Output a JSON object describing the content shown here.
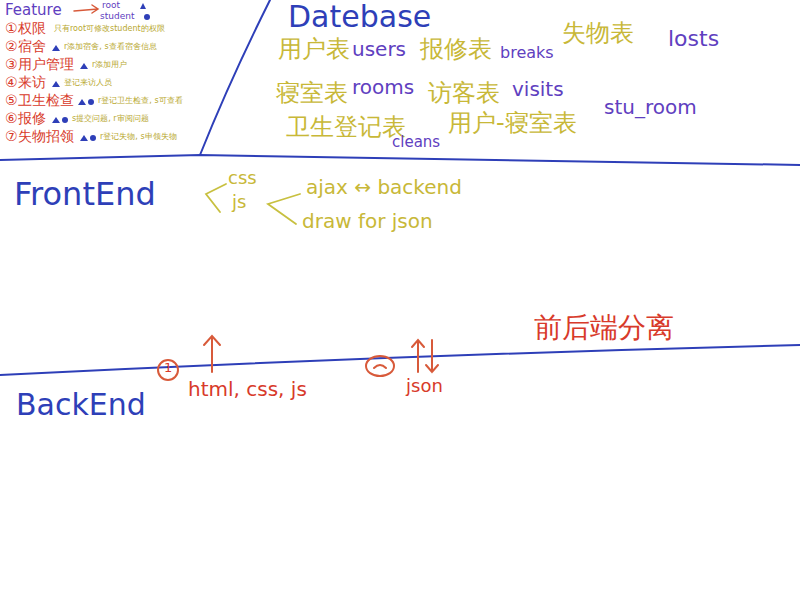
{
  "diagram": {
    "labels": [
      "Feature",
      "root",
      "student",
      "①权限",
      "只有root可修改student的权限",
      "②宿舍",
      "r添加宿舍, s查看宿舍信息",
      "③用户管理",
      "r添加用户",
      "④来访",
      "登记来访人员",
      "⑤卫生检查",
      "r登记卫生检查, s可查看",
      "⑥报修",
      "s提交问题, r审阅问题",
      "⑦失物招领",
      "r登记失物, s申领失物",
      "Datebase",
      "用户表",
      "users",
      "报修表",
      "breaks",
      "失物表",
      "losts",
      "寝室表",
      "rooms",
      "访客表",
      "visits",
      "卫生登记表",
      "用户-寝室表",
      "stu_room",
      "cleans",
      "FrontEnd",
      "css",
      "js",
      "ajax ↔ backend",
      "draw for json",
      "前后端分离",
      "BackEnd",
      "1",
      "html, css, js",
      "json"
    ]
  }
}
